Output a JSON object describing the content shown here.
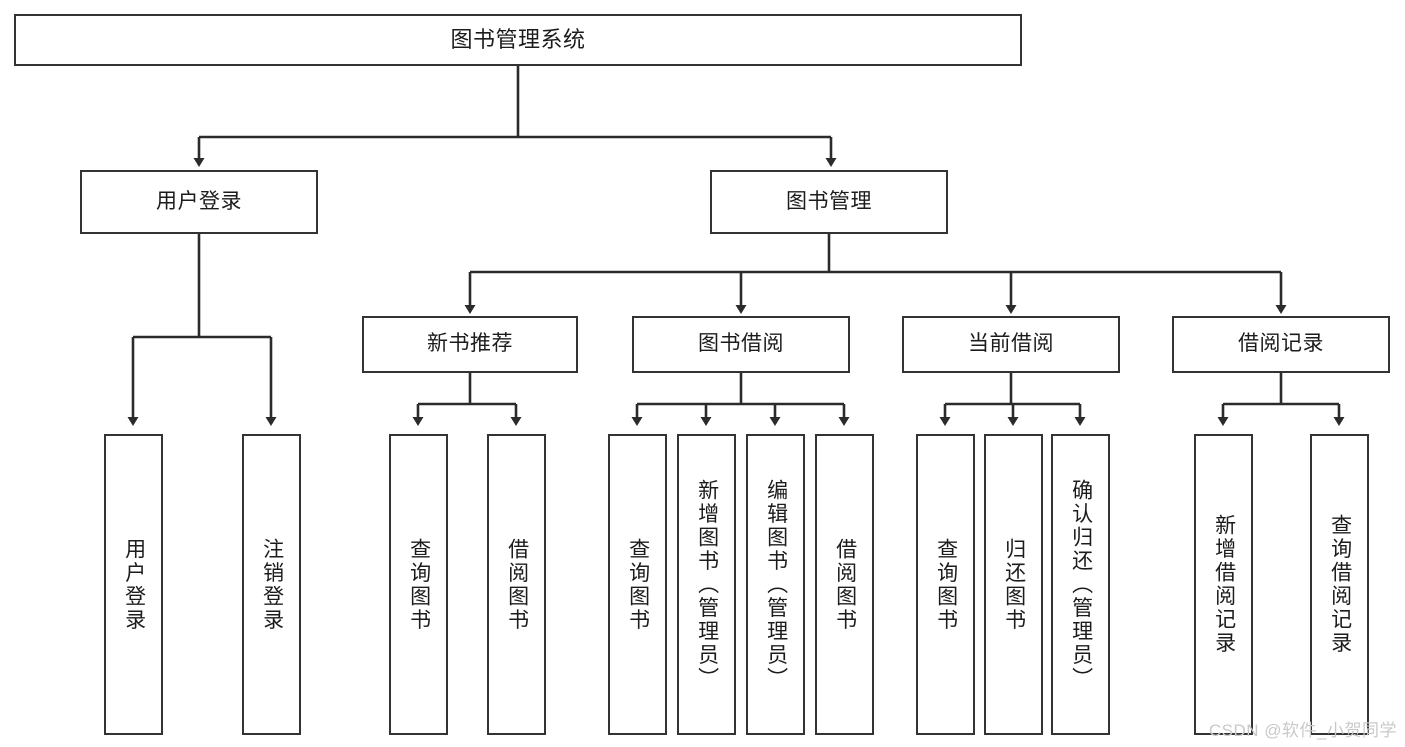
{
  "diagram": {
    "title": "图书管理系统",
    "watermark": "CSDN @软件_小贺同学",
    "colors": {
      "background": "#ffffff",
      "box_border": "#333333",
      "box_fill": "#ffffff",
      "edge": "#2b2b2b",
      "text": "#1c1c1c",
      "watermark": "#c9c9c9"
    },
    "nodes": {
      "root": {
        "label": "图书管理系统"
      },
      "level2": [
        {
          "id": "user-login",
          "label": "用户登录"
        },
        {
          "id": "book-manage",
          "label": "图书管理"
        }
      ],
      "level3": [
        {
          "id": "new-book-recommend",
          "label": "新书推荐"
        },
        {
          "id": "book-borrow",
          "label": "图书借阅"
        },
        {
          "id": "current-borrow",
          "label": "当前借阅"
        },
        {
          "id": "borrow-record",
          "label": "借阅记录"
        }
      ],
      "leaves": {
        "user_login": [
          {
            "id": "leaf-user-login",
            "label": "用户登录"
          },
          {
            "id": "leaf-logout-login",
            "label": "注销登录"
          }
        ],
        "new_book_recommend": [
          {
            "id": "leaf-query-book-1",
            "label": "查询图书"
          },
          {
            "id": "leaf-borrow-book-1",
            "label": "借阅图书"
          }
        ],
        "book_borrow": [
          {
            "id": "leaf-query-book-2",
            "label": "查询图书"
          },
          {
            "id": "leaf-add-book-admin",
            "label": "新增图书（管理员）"
          },
          {
            "id": "leaf-edit-book-admin",
            "label": "编辑图书（管理员）"
          },
          {
            "id": "leaf-borrow-book-2",
            "label": "借阅图书"
          }
        ],
        "current_borrow": [
          {
            "id": "leaf-query-book-3",
            "label": "查询图书"
          },
          {
            "id": "leaf-return-book",
            "label": "归还图书"
          },
          {
            "id": "leaf-confirm-return-admin",
            "label": "确认归还（管理员）"
          }
        ],
        "borrow_record": [
          {
            "id": "leaf-add-borrow-record",
            "label": "新增借阅记录"
          },
          {
            "id": "leaf-query-borrow-record",
            "label": "查询借阅记录"
          }
        ]
      }
    }
  }
}
